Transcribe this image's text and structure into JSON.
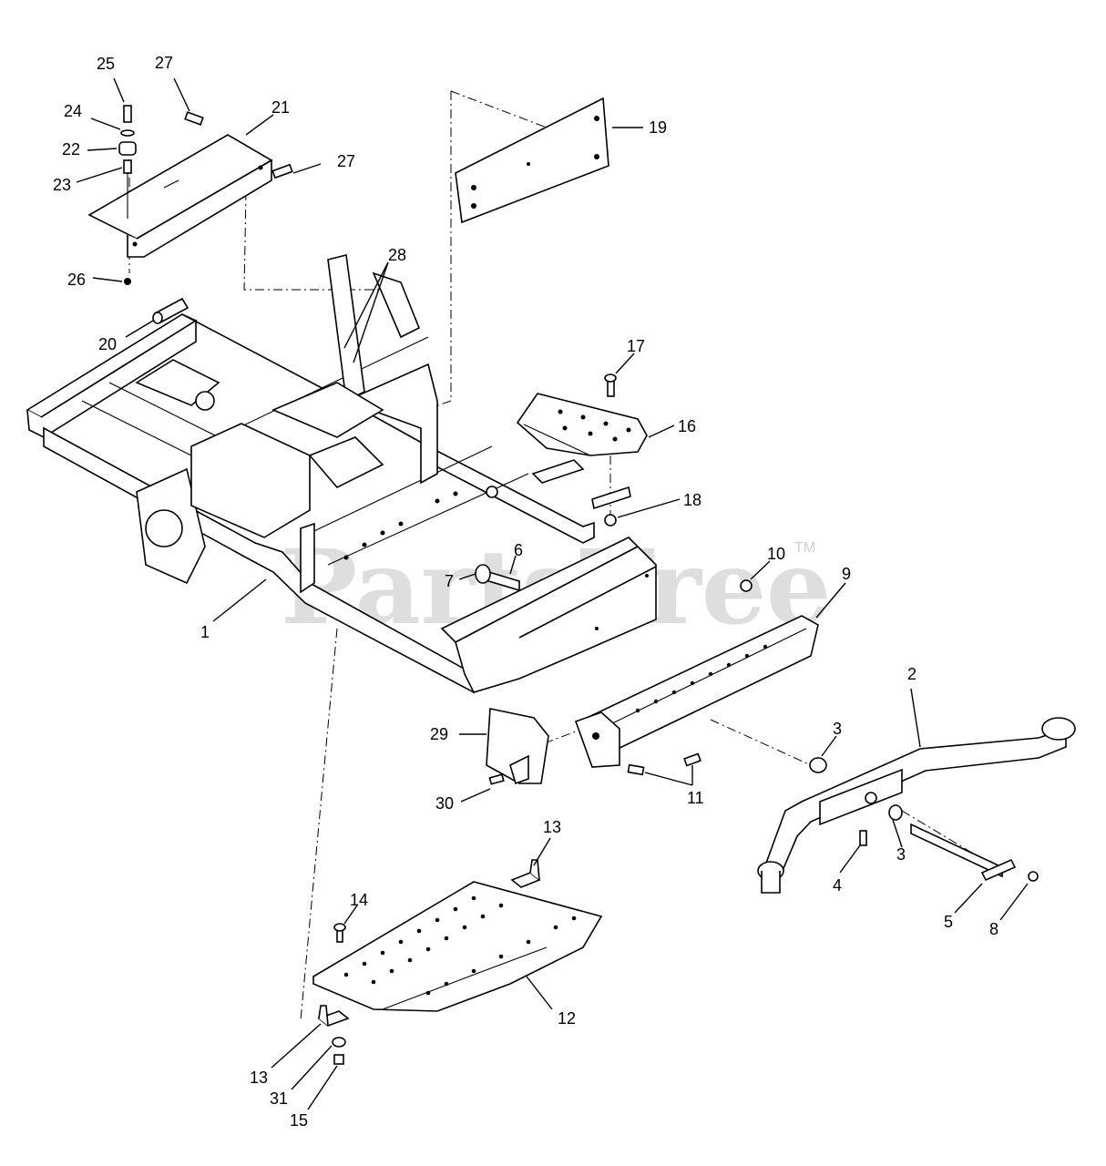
{
  "watermark": {
    "brand": "PartsTree",
    "trademark": "TM"
  },
  "callouts": {
    "c25": "25",
    "c27a": "27",
    "c21": "21",
    "c24": "24",
    "c22": "22",
    "c27b": "27",
    "c23": "23",
    "c19": "19",
    "c26": "26",
    "c28": "28",
    "c20": "20",
    "c17": "17",
    "c16": "16",
    "c18": "18",
    "c6": "6",
    "c10": "10",
    "c9": "9",
    "c7": "7",
    "c1": "1",
    "c2": "2",
    "c29": "29",
    "c3a": "3",
    "c11": "11",
    "c30": "30",
    "c13a": "13",
    "c3b": "3",
    "c4": "4",
    "c14": "14",
    "c5": "5",
    "c8": "8",
    "c12": "12",
    "c13b": "13",
    "c31": "31",
    "c15": "15"
  }
}
